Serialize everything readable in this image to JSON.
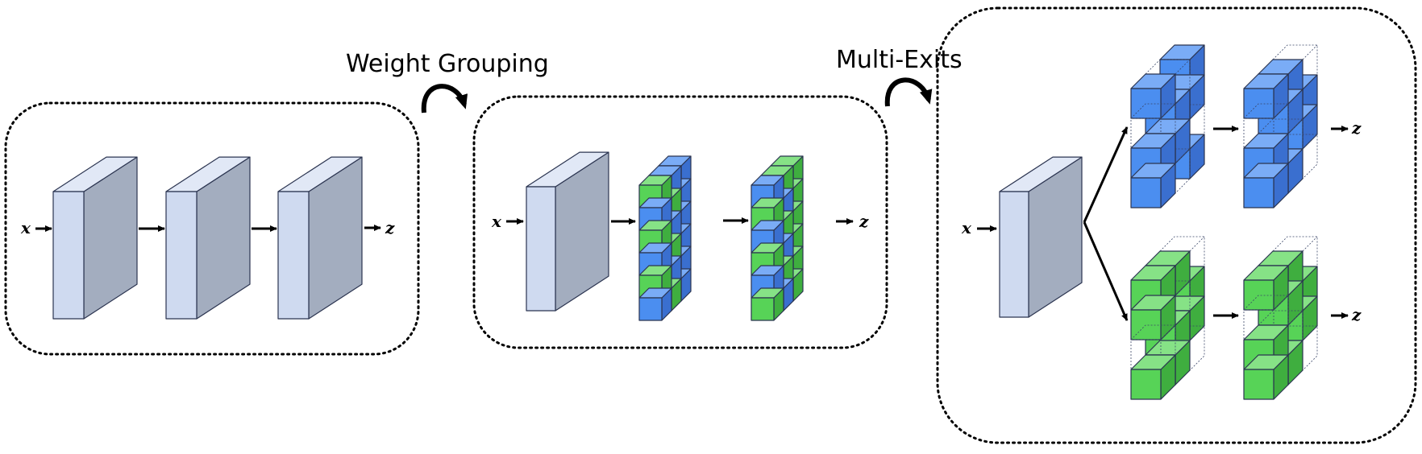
{
  "captions": {
    "step1": "Weight Grouping",
    "step2": "Multi-Exits"
  },
  "variables": {
    "input": "x",
    "output": "z"
  },
  "colors": {
    "plate_front": "#cfdaf0",
    "plate_side": "#a3adbf",
    "plate_top": "#e1e8f6",
    "blue_front": "#4b8ef0",
    "blue_top": "#7aacf6",
    "blue_side": "#3a6fcf",
    "green_front": "#57d357",
    "green_top": "#86e286",
    "green_side": "#3fae3f",
    "stroke": "#2b3450"
  },
  "icons": [
    "curved-arrow-icon",
    "arrow-right-icon"
  ]
}
